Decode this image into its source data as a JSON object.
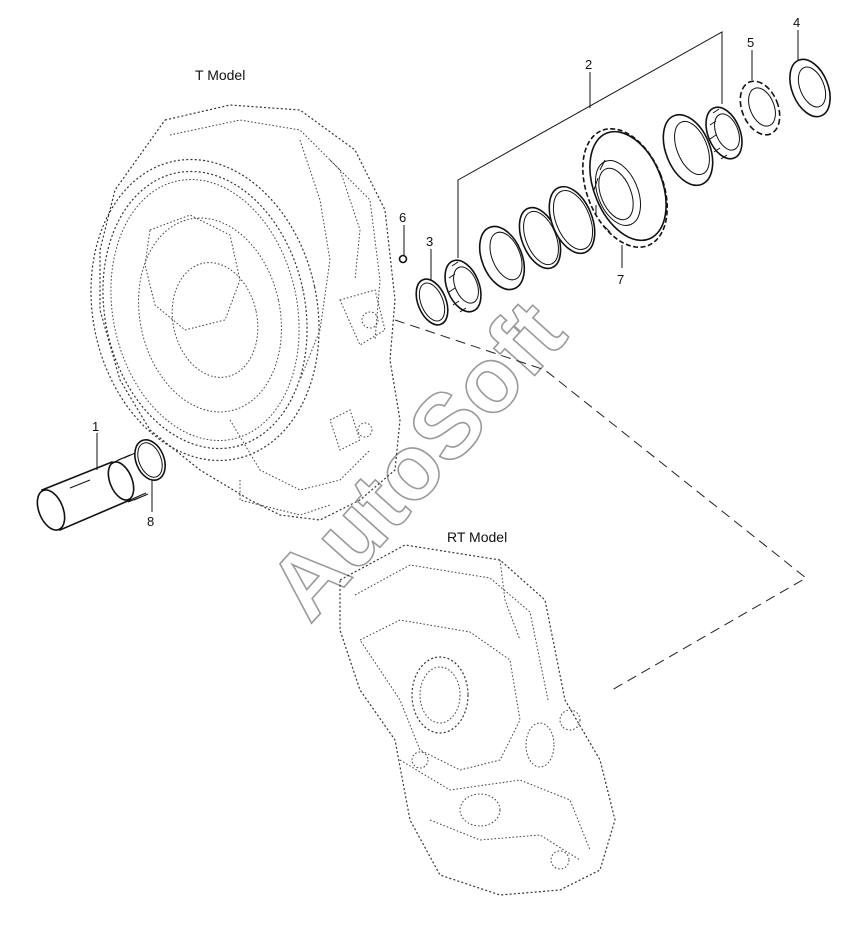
{
  "labels": {
    "t_model": "T Model",
    "rt_model": "RT Model",
    "watermark": "AutoSoft"
  },
  "callouts": {
    "c1": "1",
    "c2": "2",
    "c3": "3",
    "c4": "4",
    "c5": "5",
    "c6": "6",
    "c7": "7",
    "c8": "8"
  }
}
